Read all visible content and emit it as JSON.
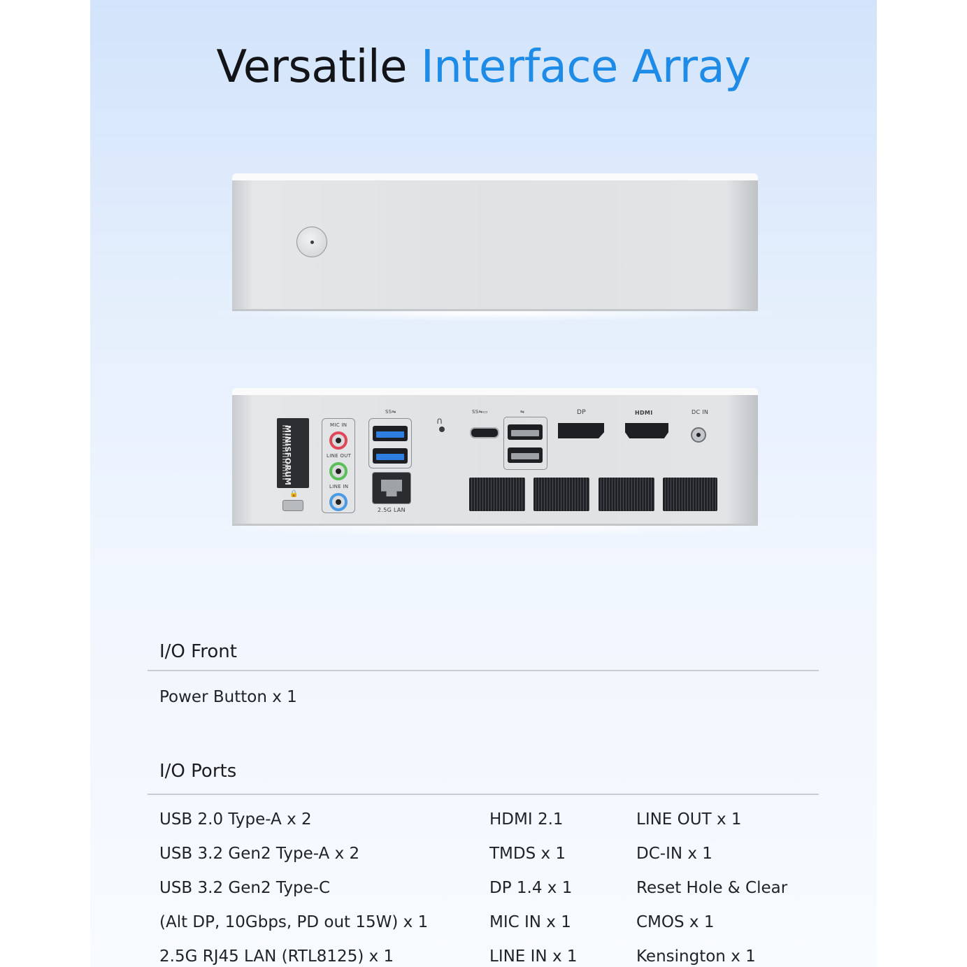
{
  "headline": {
    "part1": "Versatile",
    "part2": "Interface Array"
  },
  "rear_labels": {
    "brand": "MINISFORUM",
    "mic_in": "MIC IN",
    "line_out": "LINE OUT",
    "line_in": "LINE IN",
    "usb3": "SS⇋",
    "lan": "2.5G LAN",
    "usbc": "SS⇋▭",
    "usb2": "⇋",
    "dp": "DP",
    "hdmi": "HDMI",
    "dcin": "DC IN"
  },
  "front": {
    "title": "I/O Front",
    "items": [
      "Power Button  x 1"
    ]
  },
  "ports": {
    "title": "I/O Ports",
    "col1": [
      "USB 2.0 Type-A  x 2",
      "USB 3.2 Gen2 Type-A  x 2",
      "USB 3.2 Gen2 Type-C",
      "(Alt DP, 10Gbps, PD out 15W)  x 1",
      "2.5G RJ45 LAN (RTL8125)  x 1"
    ],
    "col2": [
      "HDMI 2.1",
      "TMDS  x 1",
      "DP 1.4  x 1",
      "MIC IN  x 1",
      "LINE IN  x 1"
    ],
    "col3": [
      "LINE OUT  x 1",
      "DC-IN  x 1",
      "Reset Hole & Clear",
      "CMOS x 1",
      "Kensington x 1"
    ]
  }
}
